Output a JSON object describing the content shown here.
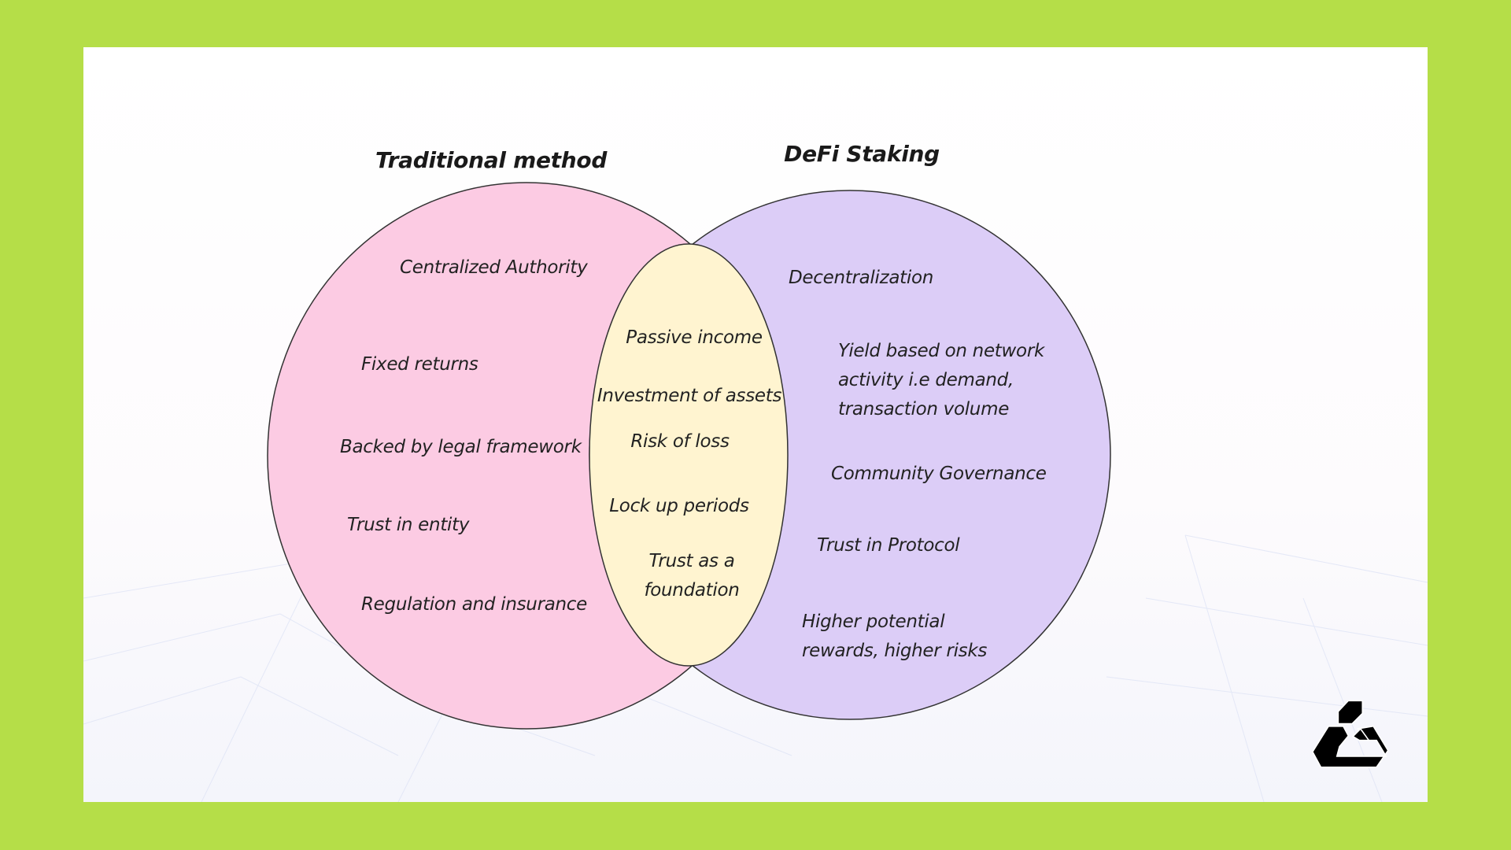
{
  "titles": {
    "left": "Traditional method",
    "right": "DeFi Staking"
  },
  "traditional": [
    "Centralized Authority",
    "Fixed returns",
    "Backed by legal framework",
    "Trust in entity",
    "Regulation and insurance"
  ],
  "shared": [
    "Passive income",
    "Investment of assets",
    "Risk of loss",
    "Lock up periods",
    "Trust as a",
    "foundation"
  ],
  "defi": [
    "Decentralization",
    "Yield based on network",
    "activity i.e demand,",
    "transaction volume",
    "Community Governance",
    "Trust in Protocol",
    "Higher potential",
    "rewards, higher risks"
  ],
  "colors": {
    "background": "#b5de48",
    "left": "#fccbe3",
    "right": "#dccdf7",
    "overlap": "#fff4d0"
  }
}
